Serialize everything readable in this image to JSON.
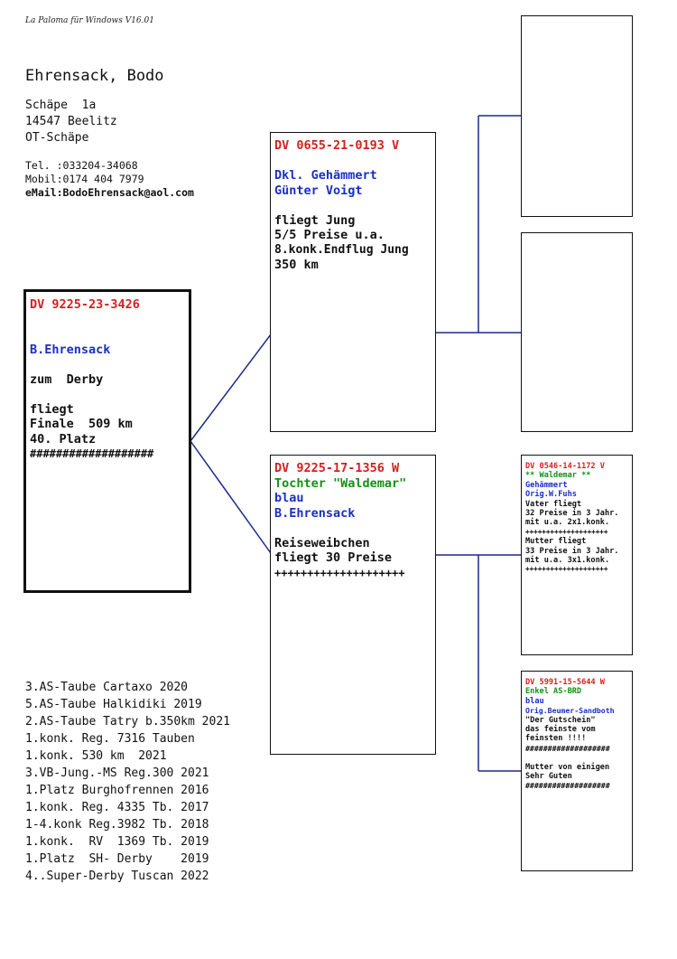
{
  "software": "La Paloma für Windows V16.01",
  "owner": {
    "name": "Ehrensack, Bodo",
    "street": "Schäpe  1a",
    "city": "14547 Beelitz",
    "district": "OT-Schäpe",
    "tel": "Tel. :033204-34068",
    "mobile": "Mobil:0174 404 7979",
    "email": "eMail:BodoEhrensack@aol.com"
  },
  "main_bird": {
    "ring": "DV 9225-23-3426",
    "breeder": "B.Ehrensack",
    "note1": "zum  Derby",
    "note2": "fliegt",
    "note3": "Finale  509 km",
    "note4": "40. Platz",
    "sep": "###################"
  },
  "father": {
    "ring": "DV 0655-21-0193 V",
    "color": "Dkl. Gehämmert",
    "breeder": "Günter Voigt",
    "note1": "fliegt Jung",
    "note2": "5/5 Preise u.a.",
    "note3": "8.konk.Endflug Jung",
    "note4": "350 km"
  },
  "mother": {
    "ring": "DV 9225-17-1356 W",
    "name": "Tochter \"Waldemar\"",
    "color": "blau",
    "breeder": "B.Ehrensack",
    "note1": "Reiseweibchen",
    "note2": "fliegt 30 Preise",
    "sep": "++++++++++++++++++++"
  },
  "mother_father": {
    "ring": "DV 0546-14-1172 V",
    "name": "** Waldemar **",
    "color": "Gehämmert",
    "breeder": "Orig.W.Fuhs",
    "l1": "Vater fliegt",
    "l2": "32 Preise in 3 Jahr.",
    "l3": "mit u.a. 2x1.konk.",
    "sep1": "++++++++++++++++++++",
    "l4": "Mutter fliegt",
    "l5": "33 Preise in 3 Jahr.",
    "l6": "mit u.a. 3x1.konk.",
    "sep2": "++++++++++++++++++++"
  },
  "mother_mother": {
    "ring": "DV 5991-15-5644 W",
    "name": "Enkel AS-BRD",
    "color": "blau",
    "breeder": "Orig.Beumer-Sandboth",
    "l1": "\"Der Gutschein\"",
    "l2": "das feinste vom",
    "l3": "feinsten !!!!",
    "sep1": "###################",
    "l4": "Mutter von einigen",
    "l5": "Sehr Guten",
    "sep2": "###################"
  },
  "achievements": [
    "3.AS-Taube Cartaxo 2020",
    "5.AS-Taube Halkidiki 2019",
    "2.AS-Taube Tatry b.350km 2021",
    "1.konk. Reg. 7316 Tauben",
    "1.konk. 530 km  2021",
    "3.VB-Jung.-MS Reg.300 2021",
    "1.Platz Burghofrennen 2016",
    "1.konk. Reg. 4335 Tb. 2017",
    "1-4.konk Reg.3982 Tb. 2018",
    "1.konk.  RV  1369 Tb. 2019",
    "1.Platz  SH- Derby    2019",
    "4..Super-Derby Tuscan 2022"
  ],
  "colors": {
    "ring": "#d42020",
    "name": "#1a2fc4",
    "highlight": "#149014",
    "lines": "#1a2a8a"
  }
}
